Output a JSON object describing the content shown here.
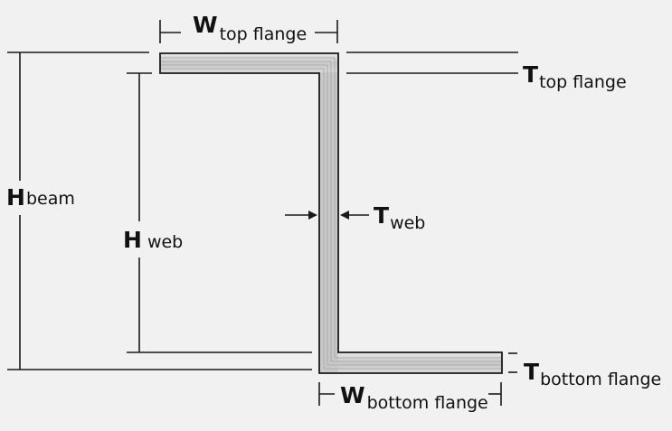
{
  "labels": {
    "w_top": {
      "main": "W",
      "sub": "top flange"
    },
    "t_top": {
      "main": "T",
      "sub": "top flange"
    },
    "h_beam": {
      "main": "H",
      "sub": "beam"
    },
    "h_web": {
      "main": "H",
      "sub": "web"
    },
    "t_web": {
      "main": "T",
      "sub": "web"
    },
    "w_bottom": {
      "main": "W",
      "sub": "bottom flange"
    },
    "t_bottom": {
      "main": "T",
      "sub": "bottom flange"
    }
  },
  "colors": {
    "background": "#f1f1f1",
    "section_fill": "#cfcfcf",
    "section_outline": "#1a1a1a",
    "stripe": "#9a9a9a",
    "line": "#1a1a1a"
  }
}
